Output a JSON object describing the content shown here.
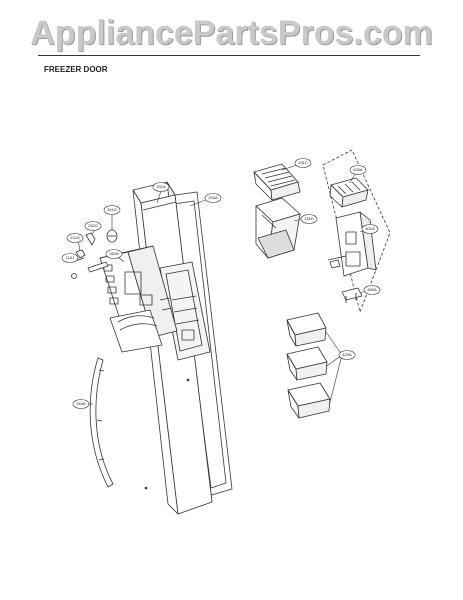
{
  "watermark": "AppliancePartsPros.com",
  "section_title": "FREEZER DOOR",
  "callouts": {
    "c201a": "201A",
    "c203a": "203A",
    "c131c": "131C",
    "c131d": "131D",
    "c430a": "430A",
    "c401a": "401A",
    "c450a": "450A",
    "c341g": "341G",
    "c420a": "420A",
    "c282g": "282G",
    "c212g": "212G",
    "c110j": "110J",
    "c282a": "282A",
    "c344a": "344A"
  }
}
